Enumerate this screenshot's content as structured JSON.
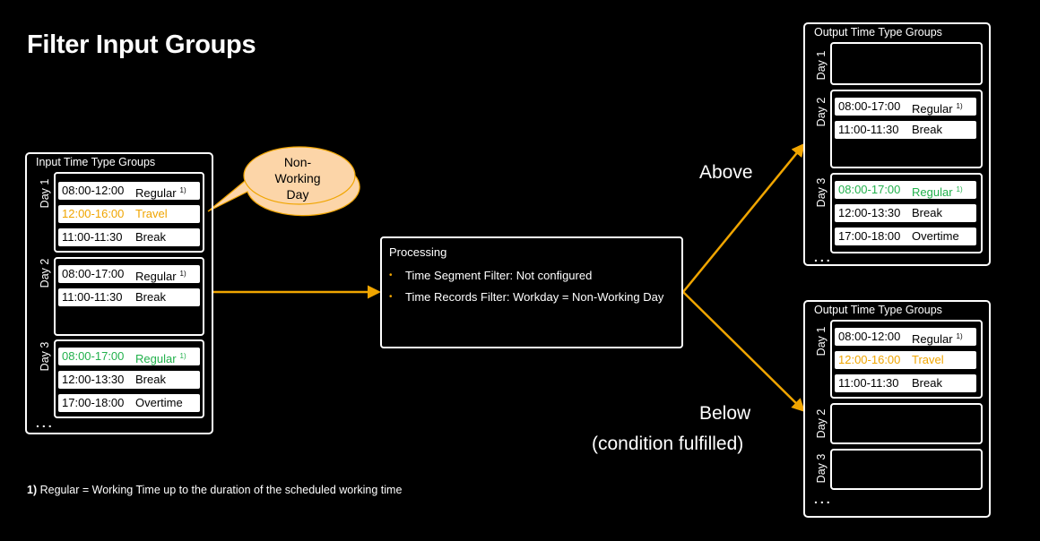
{
  "title": "Filter Input Groups",
  "colors": {
    "accent": "#f0a500",
    "green": "#22b14c",
    "callout": "#fcd5a8"
  },
  "input_group": {
    "title": "Input Time Type Groups",
    "days": [
      {
        "label": "Day 1",
        "records": [
          {
            "time": "08:00-12:00",
            "type": "Regular",
            "note": "1)"
          },
          {
            "time": "12:00-16:00",
            "type": "Travel"
          },
          {
            "time": "11:00-11:30",
            "type": "Break"
          }
        ]
      },
      {
        "label": "Day 2",
        "records": [
          {
            "time": "08:00-17:00",
            "type": "Regular",
            "note": "1)"
          },
          {
            "time": "11:00-11:30",
            "type": "Break"
          }
        ]
      },
      {
        "label": "Day 3",
        "records": [
          {
            "time": "08:00-17:00",
            "type": "Regular",
            "note": "1)"
          },
          {
            "time": "12:00-13:30",
            "type": "Break"
          },
          {
            "time": "17:00-18:00",
            "type": "Overtime"
          }
        ]
      }
    ],
    "ellipsis": "..."
  },
  "callout": {
    "text_lines": [
      "Non-",
      "Working",
      "Day"
    ]
  },
  "processing": {
    "title": "Processing",
    "bullets": [
      "Time Segment Filter: Not configured",
      "Time Records Filter: Workday = Non-Working Day"
    ]
  },
  "branches": {
    "above": "Above",
    "below_line1": "Below",
    "below_line2": "(condition fulfilled)"
  },
  "output_above": {
    "title": "Output Time Type Groups",
    "days": [
      {
        "label": "Day 1",
        "records": []
      },
      {
        "label": "Day 2",
        "records": [
          {
            "time": "08:00-17:00",
            "type": "Regular",
            "note": "1)"
          },
          {
            "time": "11:00-11:30",
            "type": "Break"
          }
        ]
      },
      {
        "label": "Day 3",
        "records": [
          {
            "time": "08:00-17:00",
            "type": "Regular",
            "note": "1)"
          },
          {
            "time": "12:00-13:30",
            "type": "Break"
          },
          {
            "time": "17:00-18:00",
            "type": "Overtime"
          }
        ]
      }
    ],
    "ellipsis": "..."
  },
  "output_below": {
    "title": "Output Time Type Groups",
    "days": [
      {
        "label": "Day 1",
        "records": [
          {
            "time": "08:00-12:00",
            "type": "Regular",
            "note": "1)"
          },
          {
            "time": "12:00-16:00",
            "type": "Travel"
          },
          {
            "time": "11:00-11:30",
            "type": "Break"
          }
        ]
      },
      {
        "label": "Day 2",
        "records": []
      },
      {
        "label": "Day 3",
        "records": []
      }
    ],
    "ellipsis": "..."
  },
  "footnote": {
    "marker": "1)",
    "text": " Regular = Working Time up to the duration of the scheduled working time"
  }
}
